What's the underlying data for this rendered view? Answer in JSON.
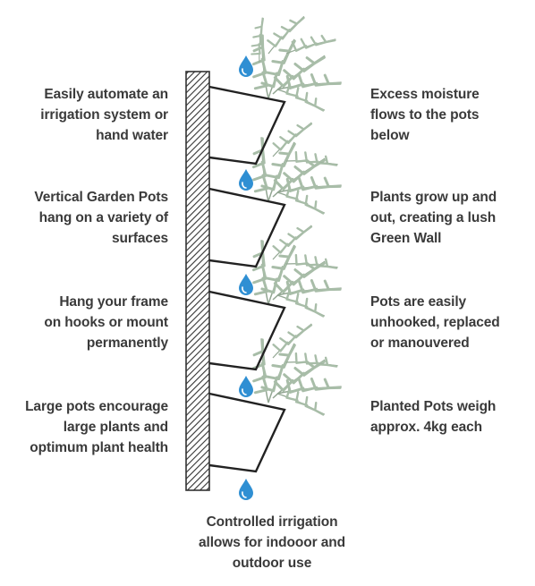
{
  "left_labels": [
    "Easily automate an\nirrigation system or\nhand water",
    "Vertical Garden Pots\nhang on a variety of\nsurfaces",
    "Hang your frame\non hooks or mount\npermanently",
    "Large pots encourage\nlarge plants and\noptimum plant health"
  ],
  "right_labels": [
    "Excess moisture\nflows to the pots\nbelow",
    "Plants grow up and\nout, creating a lush\nGreen Wall",
    "Pots are easily\nunhooked, replaced\nor manouvered",
    "Planted Pots weigh\napprox. 4kg each"
  ],
  "bottom_label": "Controlled irrigation\nallows for indooor and\noutdoor use",
  "icons": {
    "water_drop": "water-drop-icon",
    "plant": "fern-plant-icon"
  },
  "colors": {
    "text": "#3a3a3a",
    "drop": "#2f8fd3",
    "plant": "#8fa68f",
    "wall_hatch": "#333333"
  }
}
